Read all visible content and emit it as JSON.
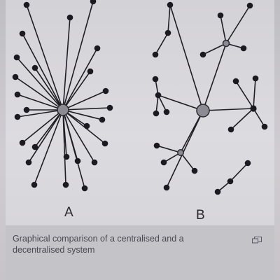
{
  "figure": {
    "label_a": "A",
    "label_b": "B",
    "caption": "Graphical comparison of a centralised and a decentralised system"
  },
  "colors": {
    "line": "#1e1e24",
    "node": "#1a1a20",
    "hub_fill": "#8c8b93",
    "hub_stroke": "#2a2a30"
  },
  "icons": [
    "expand-icon"
  ]
}
